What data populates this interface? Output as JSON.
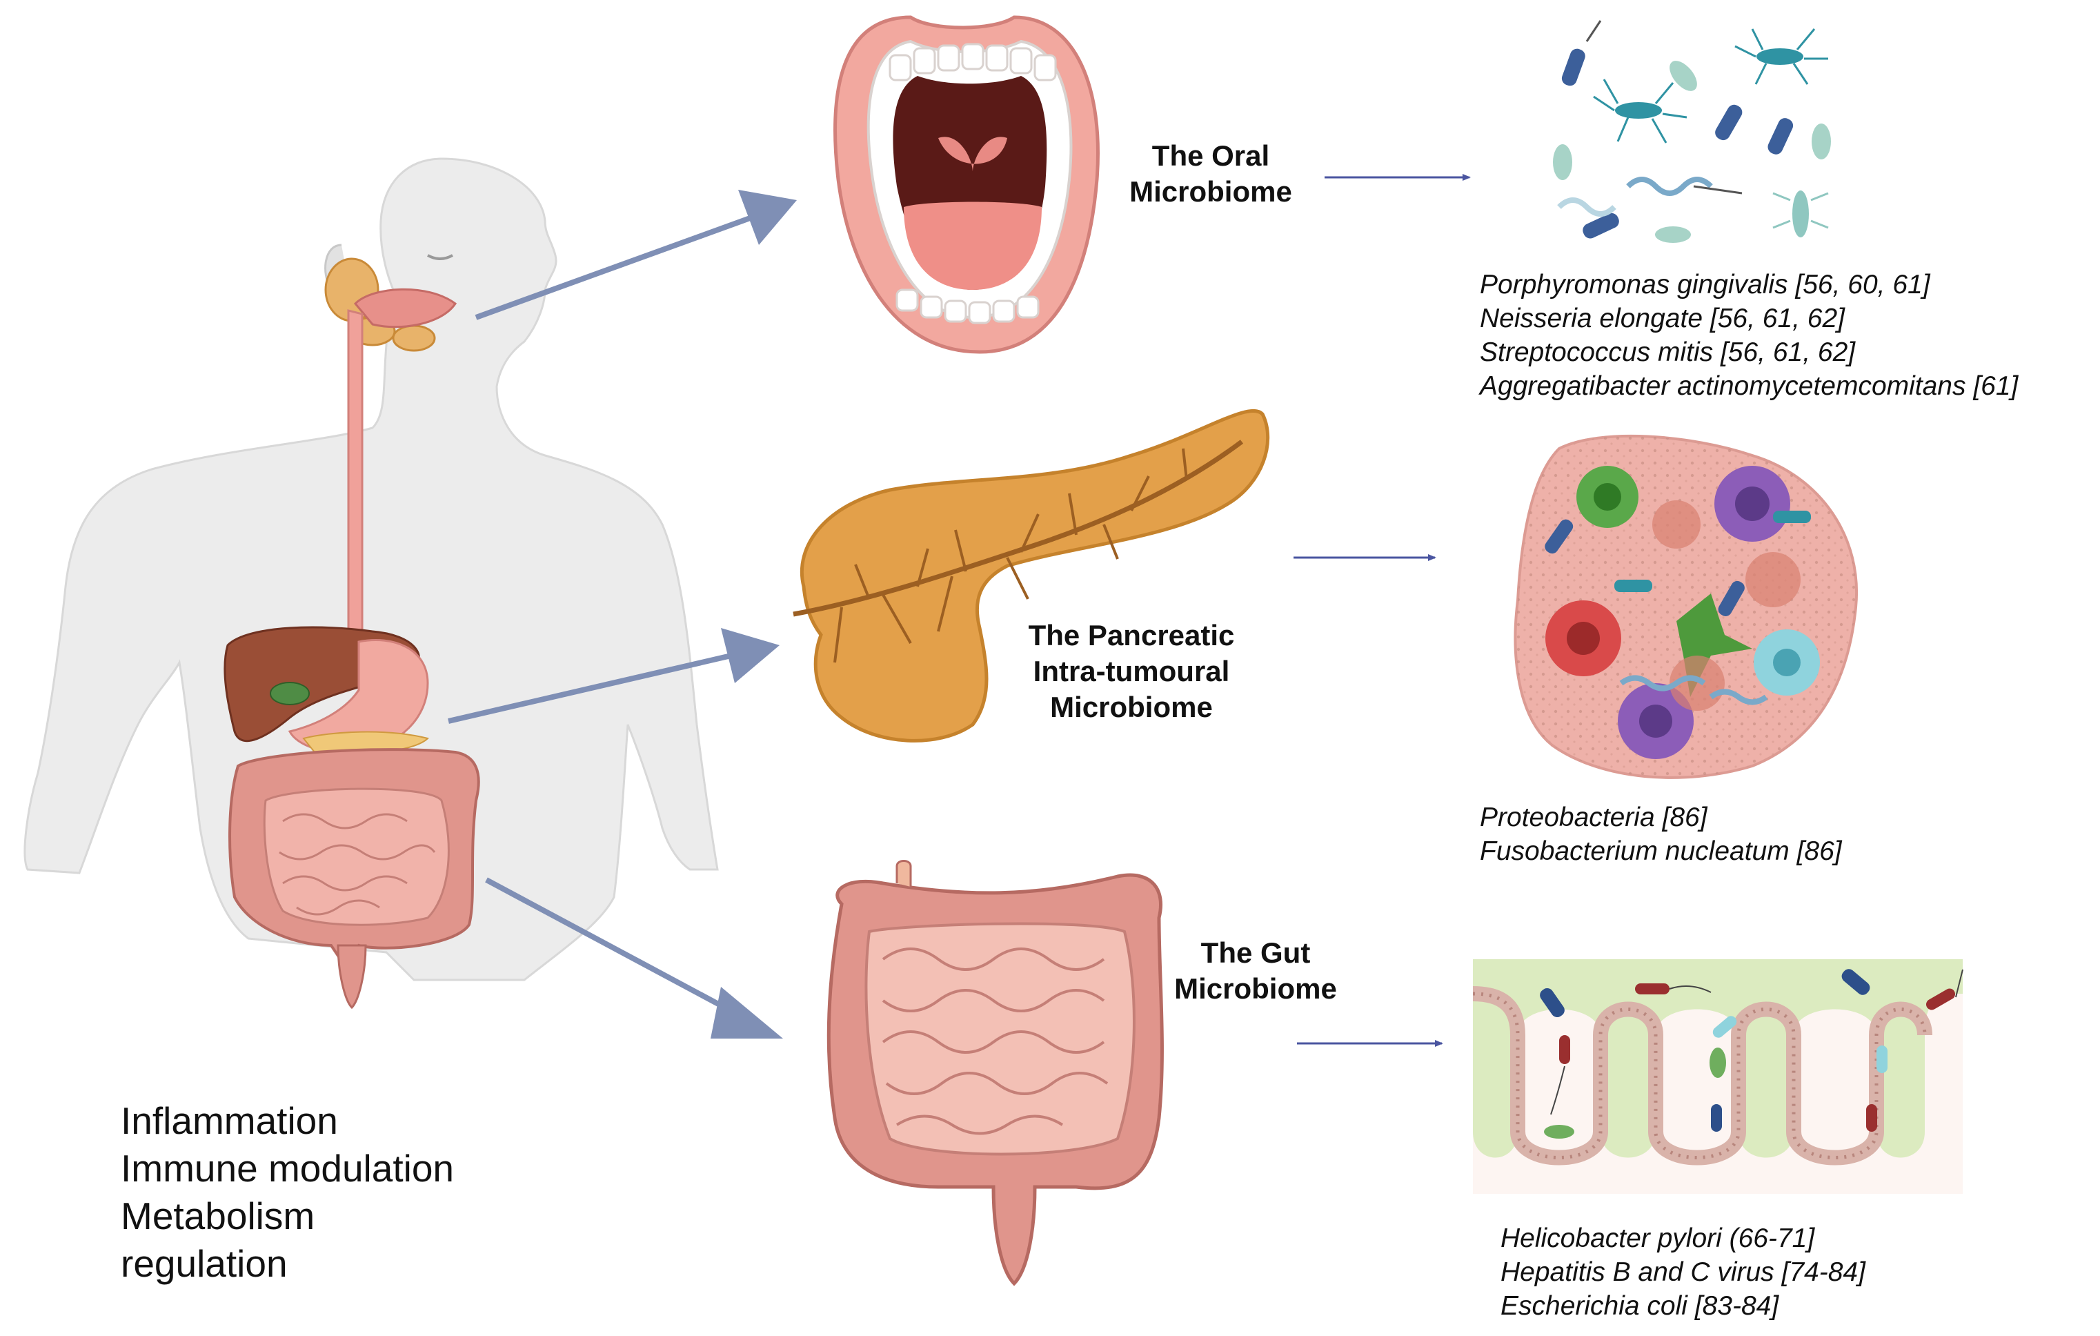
{
  "oral": {
    "label_lines": [
      "The Oral",
      "Microbiome"
    ],
    "species": [
      "Porphyromonas gingivalis [56, 60, 61]",
      "Neisseria elongate [56, 61, 62]",
      "Streptococcus mitis [56, 61, 62]",
      "Aggregatibacter actinomycetemcomitans [61]"
    ]
  },
  "pancreatic": {
    "label_lines": [
      "The Pancreatic",
      "Intra-tumoural",
      "Microbiome"
    ],
    "species": [
      "Proteobacteria  [86]",
      "Fusobacterium nucleatum  [86]"
    ]
  },
  "gut": {
    "label_lines": [
      "The Gut",
      "Microbiome"
    ],
    "species": [
      "Helicobacter pylori (66-71]",
      "Hepatitis B and C virus [74-84]",
      "Escherichia coli [83-84]"
    ]
  },
  "effects": [
    "Inflammation",
    "Immune modulation",
    "Metabolism",
    "regulation"
  ],
  "colors": {
    "big_arrow": "#7f8fb5",
    "thin_arrow": "#4a55a0",
    "body": "#ececec",
    "organ_pink": "#e8968f",
    "pancreas": "#e3a04a"
  }
}
